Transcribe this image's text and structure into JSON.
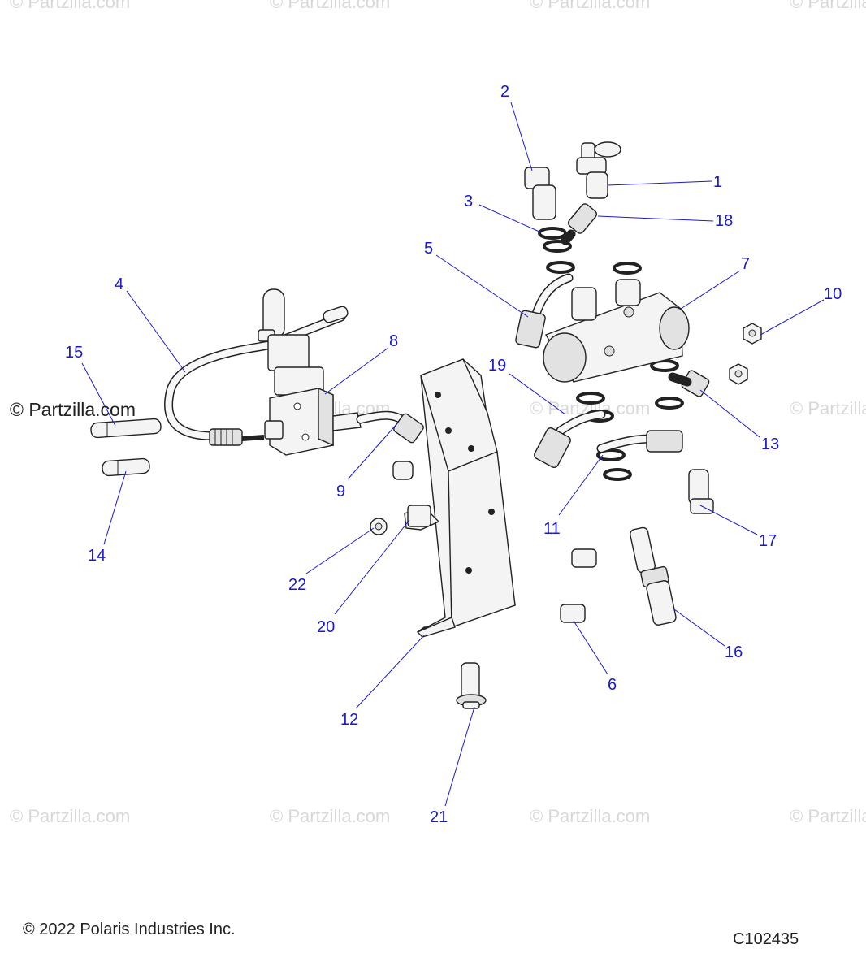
{
  "diagram": {
    "callouts": [
      "1",
      "2",
      "3",
      "4",
      "5",
      "6",
      "7",
      "8",
      "9",
      "10",
      "11",
      "12",
      "13",
      "14",
      "15",
      "16",
      "17",
      "18",
      "19",
      "20",
      "21",
      "22"
    ],
    "callout_color": "#1a1acc",
    "leader_color": "#1a1acc",
    "watermark": "© Partzilla.com",
    "watermark_color": "#d8d8d8"
  },
  "footer": {
    "copyright": "© 2022 Polaris Industries Inc.",
    "code": "C102435"
  }
}
